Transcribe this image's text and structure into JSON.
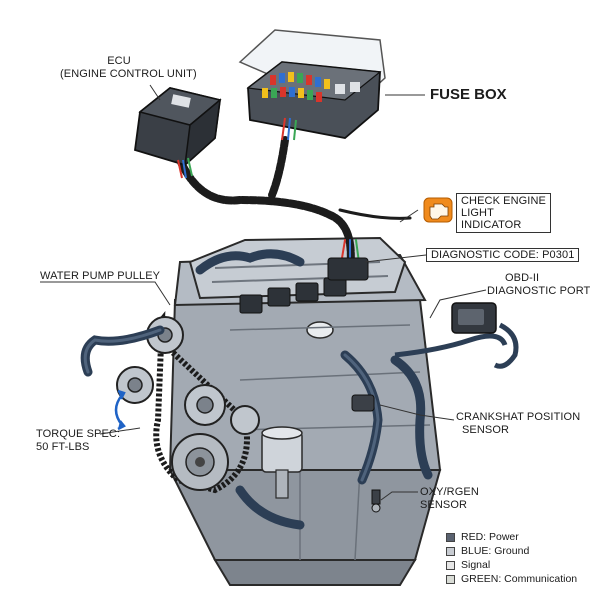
{
  "labels": {
    "ecu_line1": "ECU",
    "ecu_line2": "(ENGINE CONTROL UNIT)",
    "fuse_box": "FUSE BOX",
    "check_engine_line1": "CHECK ENGINE",
    "check_engine_line2": "LIGHT",
    "check_engine_line3": "INDICATOR",
    "diagnostic_code": "DIAGNOSTIC CODE: P0301",
    "water_pump": "WATER PUMP PULLEY",
    "obd_line1": "OBD-II",
    "obd_line2": "DIAGNOSTIC PORT",
    "torque_line1": "TORQUE SPEC:",
    "torque_line2": "50 FT-LBS",
    "crank_line1": "CRANKSHAT POSITION",
    "crank_line2": "SENSOR",
    "oxy_line1": "OXY/RGEN",
    "oxy_line2": "SENSOR"
  },
  "legend": [
    {
      "text": "RED: Power",
      "color": "#5a6270"
    },
    {
      "text": "BLUE: Ground",
      "color": "#c8ccd2"
    },
    {
      "text": "Signal",
      "color": "#e6e6e6"
    },
    {
      "text": "GREEN: Communication",
      "color": "#d9dcd6"
    }
  ],
  "colors": {
    "engine_metal": "#9aa1aa",
    "engine_dark": "#5d646e",
    "hose": "#2c3e55",
    "harness": "#1c1c1c",
    "check_engine_icon": "#f08a1c",
    "fuse_red": "#d9352b",
    "fuse_blue": "#2f6fd1",
    "fuse_yellow": "#f2c01c",
    "fuse_green": "#3aa655"
  },
  "icons": [
    "check-engine-icon",
    "rotation-arrow-icon"
  ]
}
